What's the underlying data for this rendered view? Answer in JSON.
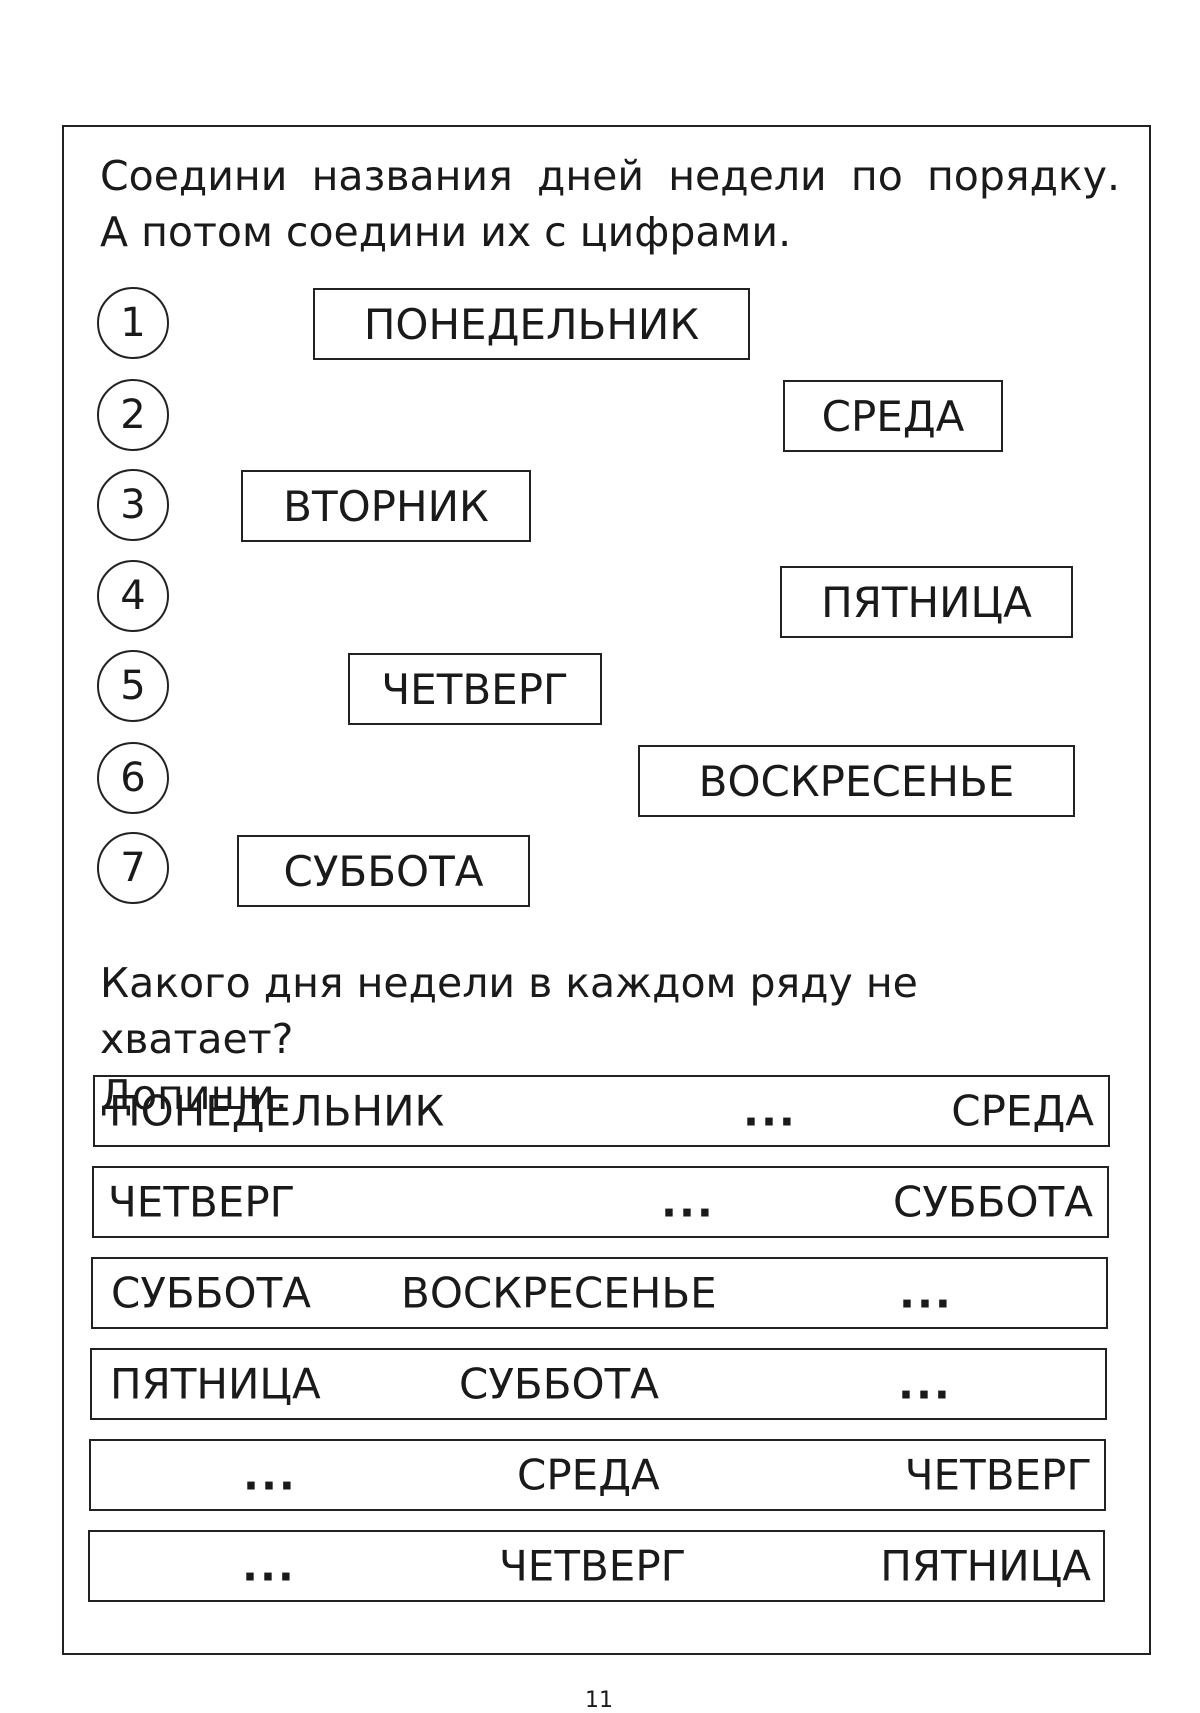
{
  "instructions": {
    "part1_line1": "Соедини названия дней недели по порядку.",
    "part1_line2": "А потом соедини их с цифрами.",
    "part2_line1": "Какого дня недели в каждом ряду не хватает?",
    "part2_line2": "Допиши."
  },
  "numbers": [
    "1",
    "2",
    "3",
    "4",
    "5",
    "6",
    "7"
  ],
  "day_boxes": [
    "ПОНЕДЕЛЬНИК",
    "СРЕДА",
    "ВТОРНИК",
    "ПЯТНИЦА",
    "ЧЕТВЕРГ",
    "ВОСКРЕСЕНЬЕ",
    "СУББОТА"
  ],
  "rows": [
    [
      "ПОНЕДЕЛЬНИК",
      "...",
      "СРЕДА"
    ],
    [
      "ЧЕТВЕРГ",
      "...",
      "СУББОТА"
    ],
    [
      "СУББОТА",
      "ВОСКРЕСЕНЬЕ",
      "..."
    ],
    [
      "ПЯТНИЦА",
      "СУББОТА",
      "..."
    ],
    [
      "...",
      "СРЕДА",
      "ЧЕТВЕРГ"
    ],
    [
      "...",
      "ЧЕТВЕРГ",
      "ПЯТНИЦА"
    ]
  ],
  "page_number": "11"
}
